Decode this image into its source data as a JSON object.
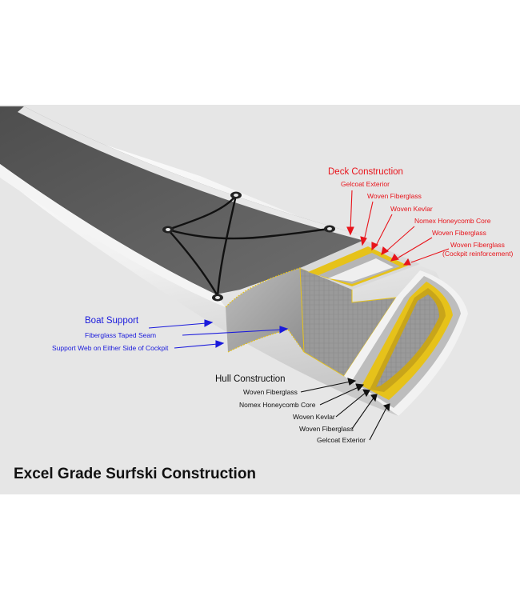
{
  "deck": {
    "heading": "Deck Construction",
    "layers": [
      "Gelcoat Exterior",
      "Woven Fiberglass",
      "Woven Kevlar",
      "Nomex Honeycomb Core",
      "Woven Fiberglass",
      "Woven Fiberglass",
      "(Cockpit reinforcement)"
    ]
  },
  "support": {
    "heading": "Boat Support",
    "items": [
      "Fiberglass Taped Seam",
      "Support Web on Either Side of Cockpit"
    ]
  },
  "hull": {
    "heading": "Hull Construction",
    "layers": [
      "Woven Fiberglass",
      "Nomex Honeycomb Core",
      "Woven Kevlar",
      "Woven Fiberglass",
      "Gelcoat Exterior"
    ]
  },
  "caption": "Excel Grade Surfski Construction",
  "colors": {
    "deck_label": "#e8141b",
    "support_label": "#1a1adc",
    "hull_label": "#111111",
    "kevlar_layer": "#e6c21a",
    "panel_background": "#e6e6e6"
  }
}
